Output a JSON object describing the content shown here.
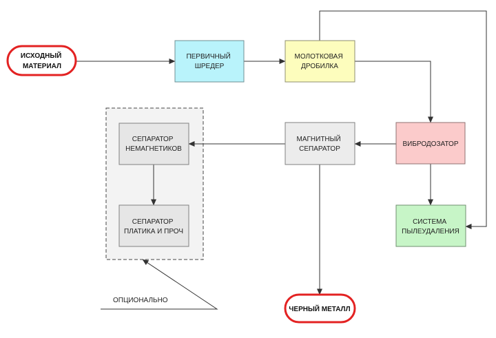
{
  "nodes": {
    "source": {
      "lines": [
        "ИСХОДНЫЙ",
        "МАТЕРИАЛ"
      ],
      "fill": "#ffffff",
      "stroke": "#e32222"
    },
    "shredder": {
      "lines": [
        "ПЕРВИЧНЫЙ",
        "ШРЕДЕР"
      ],
      "fill": "#b9f3fb",
      "stroke": "#6f8f93"
    },
    "hammer": {
      "lines": [
        "МОЛОТКОВАЯ",
        "ДРОБИЛКА"
      ],
      "fill": "#fdfdbd",
      "stroke": "#8f8f70"
    },
    "feeder": {
      "lines": [
        "ВИБРОДОЗАТОР"
      ],
      "fill": "#fbcbcb",
      "stroke": "#8f7070"
    },
    "dust": {
      "lines": [
        "СИСТЕМА",
        "ПЫЛЕУДАЛЕНИЯ"
      ],
      "fill": "#c7f5c7",
      "stroke": "#6f8f6f"
    },
    "magnetic": {
      "lines": [
        "МАГНИТНЫЙ",
        "СЕПАРАТОР"
      ],
      "fill": "#ececec",
      "stroke": "#808080"
    },
    "nonmag": {
      "lines": [
        "СЕПАРАТОР",
        "НЕМАГНЕТИКОВ"
      ],
      "fill": "#e6e6e6",
      "stroke": "#808080"
    },
    "plastic": {
      "lines": [
        "СЕПАРАТОР",
        "ПЛАТИКА И ПРОЧ"
      ],
      "fill": "#e6e6e6",
      "stroke": "#808080"
    },
    "ferrous": {
      "lines": [
        "ЧЕРНЫЙ МЕТАЛЛ"
      ],
      "fill": "#ffffff",
      "stroke": "#e32222"
    }
  },
  "annotation": {
    "text": "ОПЦИОНАЛЬНО"
  }
}
